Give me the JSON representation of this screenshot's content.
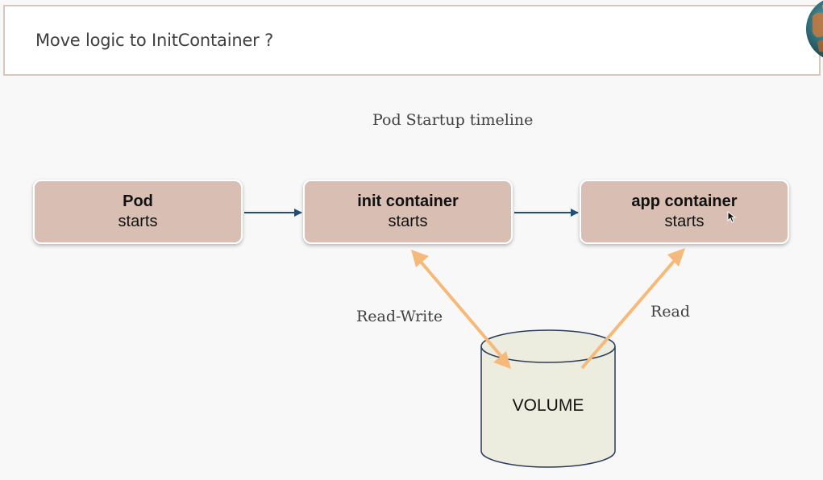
{
  "header": {
    "title": "Move logic to InitContainer ?"
  },
  "diagram": {
    "title": "Pod Startup timeline",
    "nodes": [
      {
        "title": "Pod",
        "subtitle": "starts"
      },
      {
        "title": "init container",
        "subtitle": "starts"
      },
      {
        "title": "app container",
        "subtitle": "starts"
      }
    ],
    "edge_labels": {
      "init_volume": "Read-Write",
      "app_volume": "Read"
    },
    "volume": {
      "label": "VOLUME"
    }
  },
  "colors": {
    "node_fill": "#d9beb3",
    "flow_arrow": "#1f4e79",
    "access_arrow": "#f5b97a",
    "volume_fill": "#ededdf",
    "volume_stroke": "#2a3a5c",
    "cursor_ring": "#4f8de0"
  }
}
